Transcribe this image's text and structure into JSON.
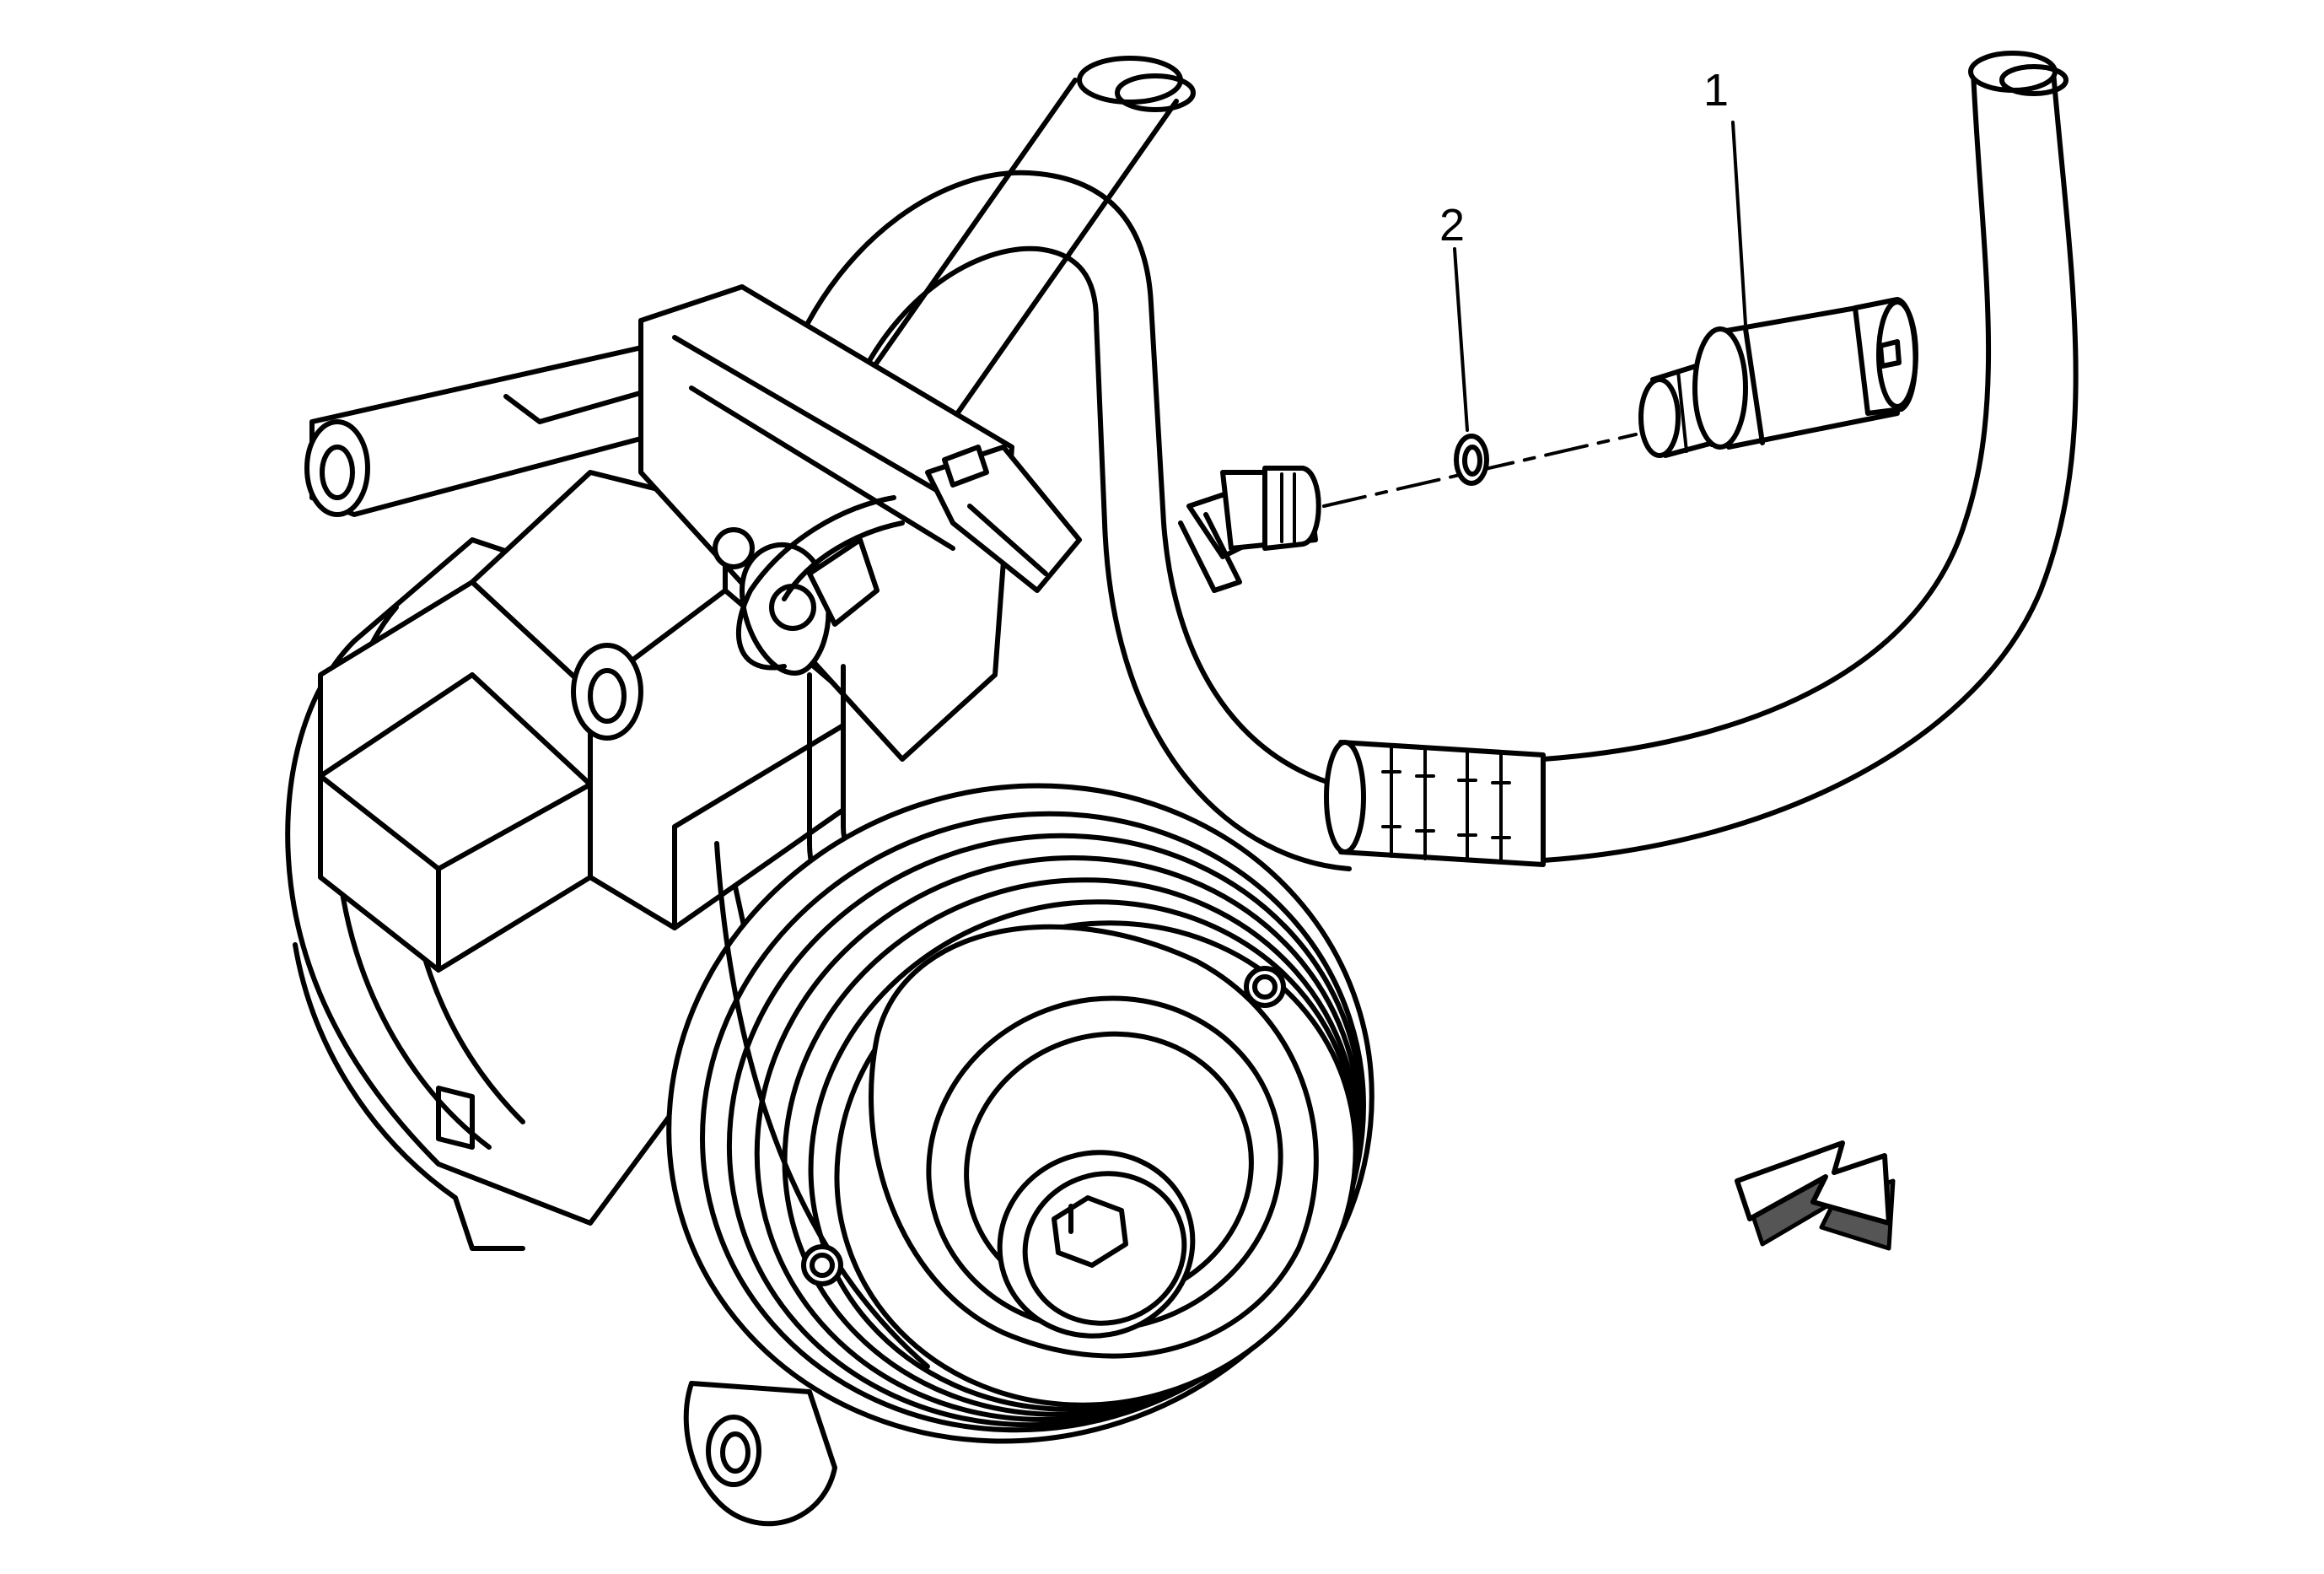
{
  "callouts": [
    {
      "number": "1",
      "part": "pressure-sensor"
    },
    {
      "number": "2",
      "part": "seal"
    }
  ],
  "icons": {
    "direction_arrow": "front-arrow-icon"
  },
  "colors": {
    "line": "#000000",
    "background": "#ffffff",
    "arrow_shade": "#555555"
  }
}
